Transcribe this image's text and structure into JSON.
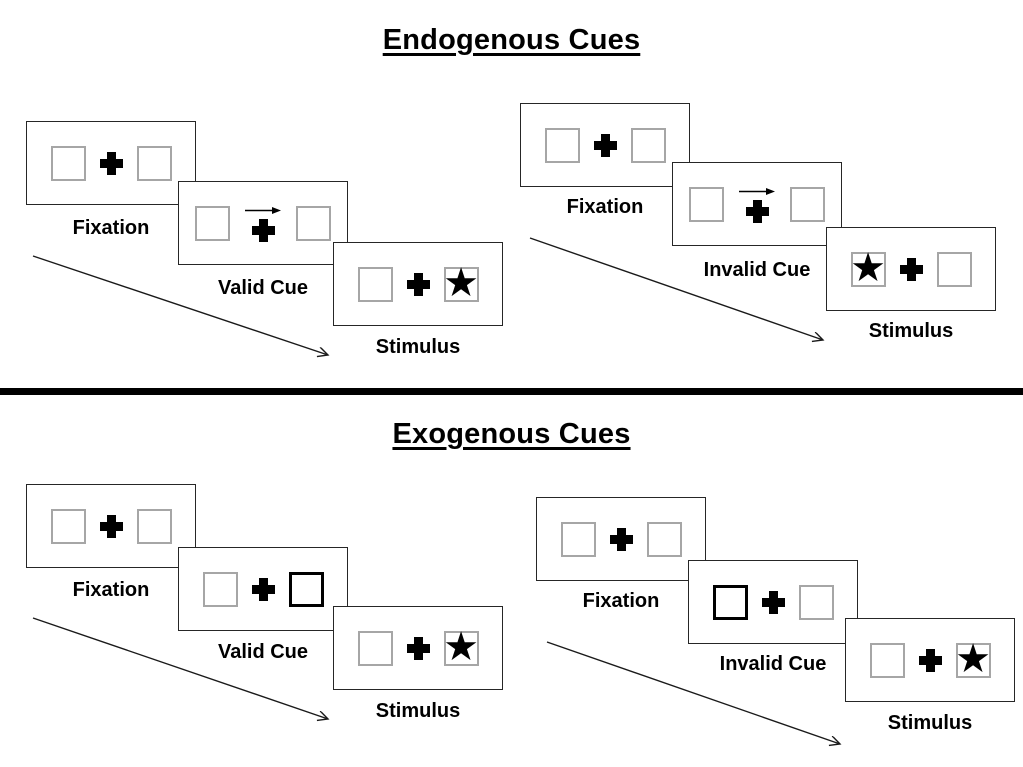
{
  "sections": {
    "endogenous": {
      "title": "Endogenous Cues",
      "valid": {
        "fixation_label": "Fixation",
        "cue_label": "Valid Cue",
        "stimulus_label": "Stimulus",
        "cue_type": "central-arrow-right",
        "stimulus_star_position": "right"
      },
      "invalid": {
        "fixation_label": "Fixation",
        "cue_label": "Invalid Cue",
        "stimulus_label": "Stimulus",
        "cue_type": "central-arrow-right",
        "stimulus_star_position": "left"
      }
    },
    "exogenous": {
      "title": "Exogenous Cues",
      "valid": {
        "fixation_label": "Fixation",
        "cue_label": "Valid Cue",
        "stimulus_label": "Stimulus",
        "cue_type": "peripheral-box-highlight-right",
        "stimulus_star_position": "right"
      },
      "invalid": {
        "fixation_label": "Fixation",
        "cue_label": "Invalid Cue",
        "stimulus_label": "Stimulus",
        "cue_type": "peripheral-box-highlight-left",
        "stimulus_star_position": "right"
      }
    }
  },
  "glyphs": {
    "star": "★"
  },
  "colors": {
    "panel_border": "#262626",
    "square_border": "#a6a6a6",
    "highlight_border": "#000000",
    "divider": "#000000",
    "text": "#000000",
    "background": "#ffffff"
  }
}
